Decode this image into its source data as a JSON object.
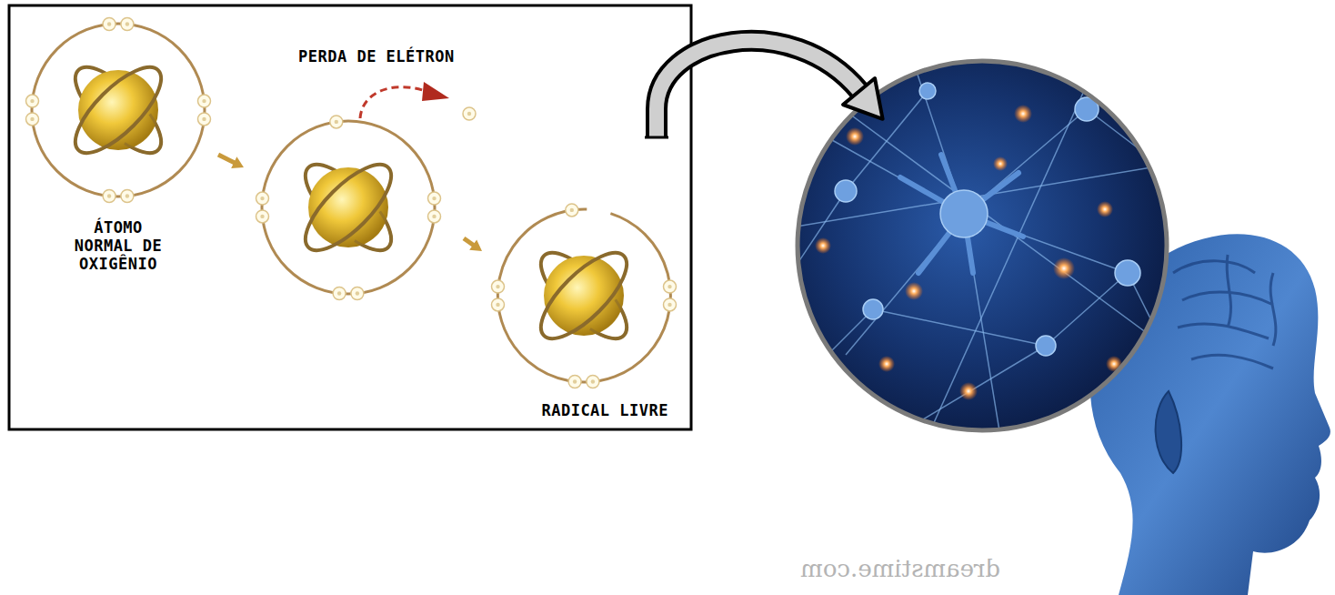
{
  "diagram": {
    "nodes": [
      {
        "text": [
          "ÁTOMO NORMAL DE OXIGÊNIO"
        ]
      },
      {
        "text": [
          "PERDA DE ELÉTRON"
        ]
      },
      {
        "text": [
          "RADICAL LIVRE"
        ]
      }
    ],
    "edges": [
      {
        "from": 0,
        "to": 1,
        "arrow": "to"
      },
      {
        "from": 1,
        "to": 2,
        "arrow": "to"
      }
    ],
    "labels": [
      "dreamstime.com"
    ]
  }
}
